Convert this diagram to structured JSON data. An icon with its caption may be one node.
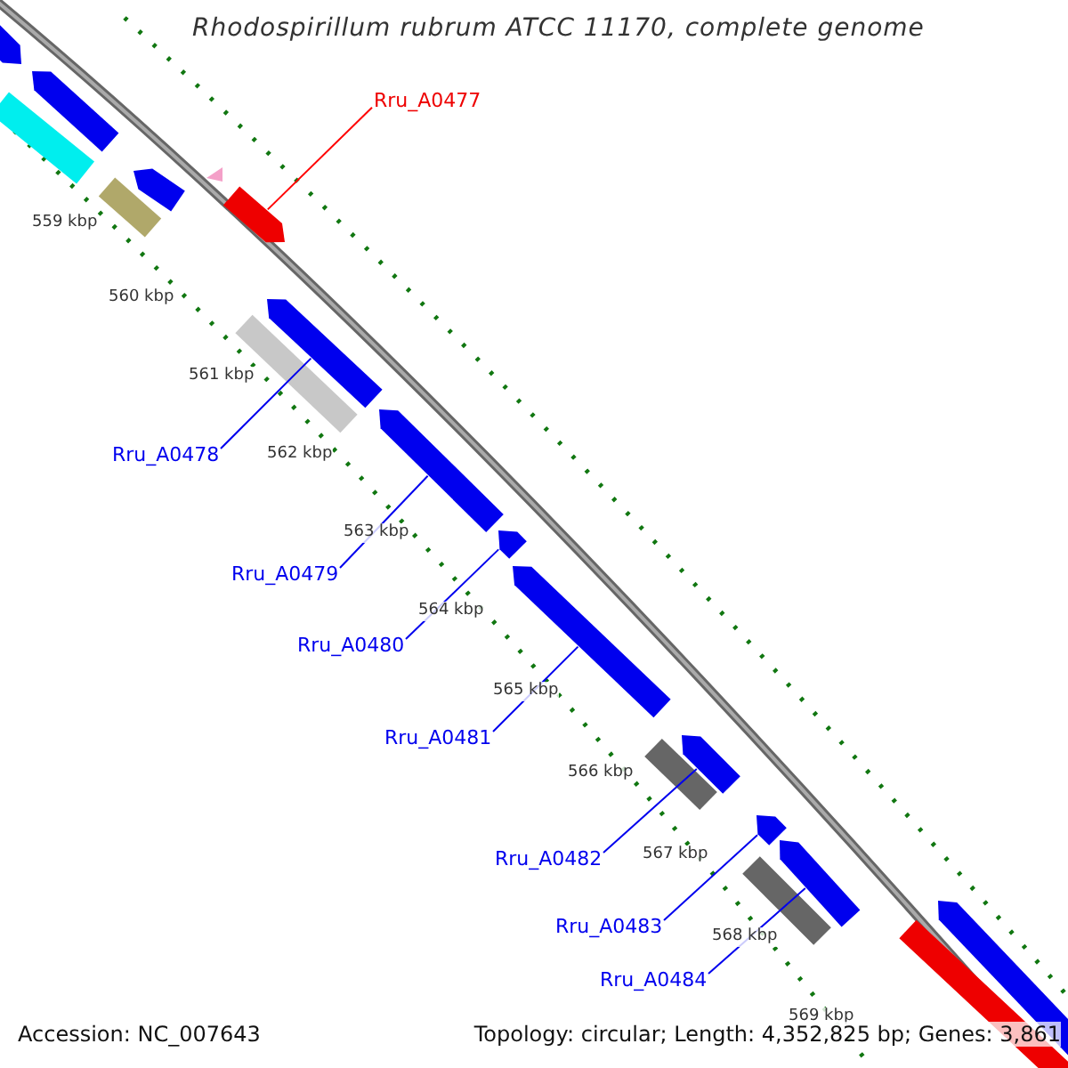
{
  "diagram": {
    "title": "Rhodospirillum rubrum ATCC 11170, complete genome",
    "nodes": [
      {
        "text": [
          "Rru_A0477"
        ]
      },
      {
        "text": [],
        "shape": "arrow"
      },
      {
        "text": [
          "Rru_A0478"
        ]
      },
      {
        "text": [],
        "shape": "arrow"
      },
      {
        "text": [
          "Rru_A0479"
        ]
      },
      {
        "text": [],
        "shape": "arrow"
      },
      {
        "text": [
          "Rru_A0480"
        ]
      },
      {
        "text": [],
        "shape": "arrow"
      },
      {
        "text": [
          "Rru_A0481"
        ]
      },
      {
        "text": [],
        "shape": "arrow"
      },
      {
        "text": [
          "Rru_A0482"
        ]
      },
      {
        "text": [],
        "shape": "arrow"
      },
      {
        "text": [
          "Rru_A0483"
        ]
      },
      {
        "text": [],
        "shape": "arrow"
      },
      {
        "text": [
          "Rru_A0484"
        ]
      },
      {
        "text": [],
        "shape": "arrow"
      },
      {
        "text": [],
        "shape": "arrow"
      },
      {
        "text": [],
        "shape": "arrow"
      },
      {
        "text": [],
        "shape": "bar"
      },
      {
        "text": [],
        "shape": "arrow"
      },
      {
        "text": [],
        "shape": "bar"
      },
      {
        "text": [],
        "shape": "triangle"
      },
      {
        "text": [],
        "shape": "bar"
      },
      {
        "text": [],
        "shape": "bar"
      },
      {
        "text": [],
        "shape": "bar"
      },
      {
        "text": [],
        "shape": "bar"
      },
      {
        "text": [],
        "shape": "arrow"
      }
    ],
    "edges": [
      {
        "from": 0,
        "to": 1,
        "arrow": "none",
        "color": "#ff0000"
      },
      {
        "from": 2,
        "to": 3,
        "arrow": "none"
      },
      {
        "from": 4,
        "to": 5,
        "arrow": "none"
      },
      {
        "from": 6,
        "to": 7,
        "arrow": "none"
      },
      {
        "from": 8,
        "to": 9,
        "arrow": "none"
      },
      {
        "from": 10,
        "to": 11,
        "arrow": "none"
      },
      {
        "from": 12,
        "to": 13,
        "arrow": "none"
      },
      {
        "from": 14,
        "to": 15,
        "arrow": "none"
      }
    ],
    "labels": [
      "559 kbp",
      "560 kbp",
      "561 kbp",
      "562 kbp",
      "563 kbp",
      "564 kbp",
      "565 kbp",
      "566 kbp",
      "567 kbp",
      "568 kbp",
      "569 kbp",
      "Accession: NC_007643",
      "Topology: circular; Length: 4,352,825 bp; Genes: 3,861"
    ]
  }
}
